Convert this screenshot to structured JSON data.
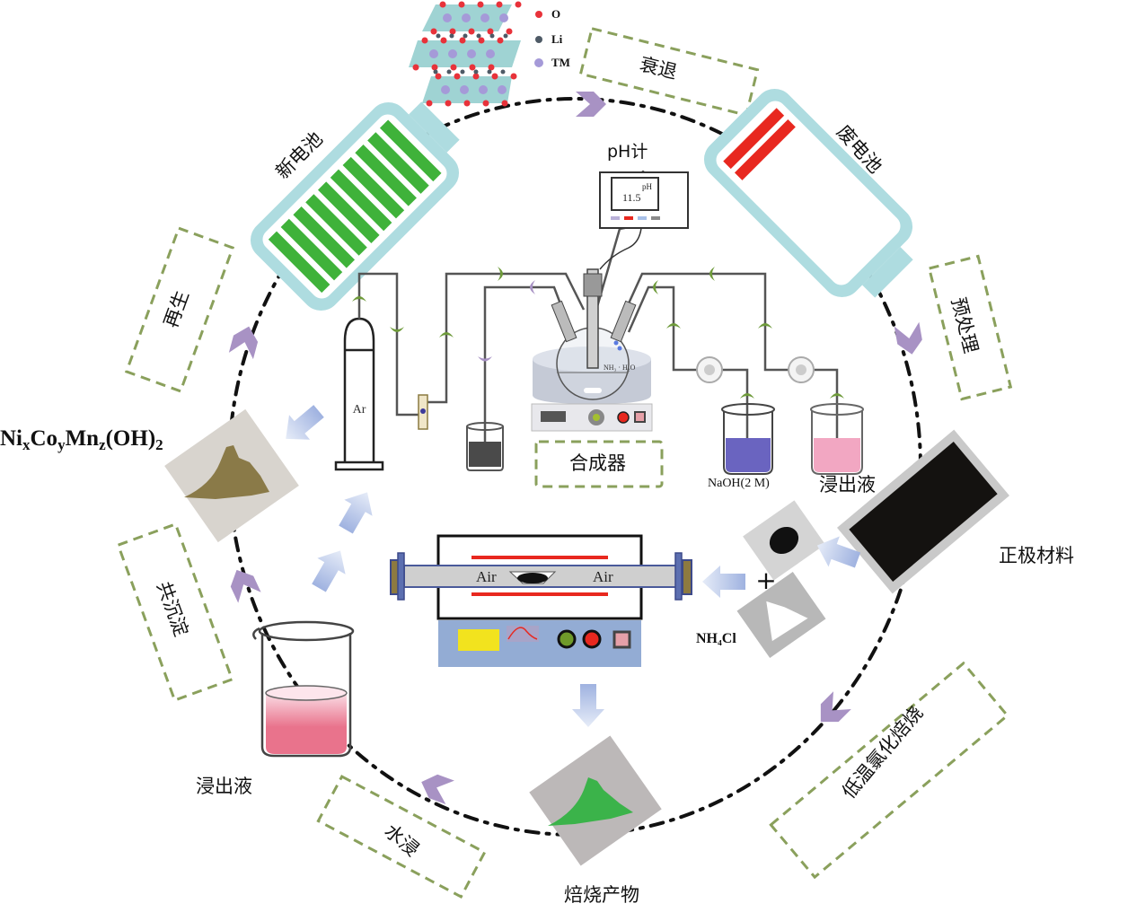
{
  "figure": {
    "description": "Schematic of closed-loop recycling of spent lithium-ion battery cathode material",
    "colors": {
      "cycle_arrow": "#a892c4",
      "dashed_box": "#8aa05c",
      "battery_frame": "#aedce0",
      "new_battery_cells": "#3fb23a",
      "spent_battery_cells": "#e8281f",
      "flow_arrow": "#b8c6e6",
      "pipe_arrow": "#6e9a3a",
      "naoh_solution": "#6a64c0",
      "leachate_solution": "#f2a7c2",
      "roast_product": "#3bb34a",
      "precursor_powder": "#8a7a48",
      "furnace_panel": "#93acd4"
    }
  },
  "crystal_legend": {
    "items": [
      {
        "symbol": "red-dot",
        "label": "O",
        "color": "#e8323a"
      },
      {
        "symbol": "dark-dot",
        "label": "Li",
        "color": "#4e5a66"
      },
      {
        "symbol": "purple-dot",
        "label": "TM",
        "color": "#a59ad8"
      }
    ]
  },
  "cycle_steps": [
    {
      "id": "degradation",
      "label": "衰退"
    },
    {
      "id": "pretreatment",
      "label": "预处理"
    },
    {
      "id": "low-temp-chlorination-roasting",
      "label": "低温氯化焙烧"
    },
    {
      "id": "water-leaching",
      "label": "水浸"
    },
    {
      "id": "coprecipitation",
      "label": "共沉淀"
    },
    {
      "id": "regeneration",
      "label": "再生"
    }
  ],
  "nodes": {
    "new_battery": "新电池",
    "spent_battery": "废电池",
    "cathode_material": "正极材料",
    "roast_product": "焙烧产物",
    "leachate_bottom": "浸出液",
    "precursor": {
      "base": [
        "Ni",
        "Co",
        "Mn",
        "(OH)"
      ],
      "subs": [
        "x",
        "y",
        "z",
        "2"
      ]
    }
  },
  "synthesizer": {
    "title": "合成器",
    "ph_meter_label": "pH计",
    "ph_reading": "11.5",
    "ph_unit": "pH",
    "gas_cylinder": "Ar",
    "flask_content": "NH₃ · H₂O",
    "naoh_label": "NaOH(2 M)",
    "leachate_label": "浸出液"
  },
  "furnace": {
    "gas_left": "Air",
    "gas_right": "Air",
    "additive_label": "NH₄Cl",
    "plus": "+"
  }
}
